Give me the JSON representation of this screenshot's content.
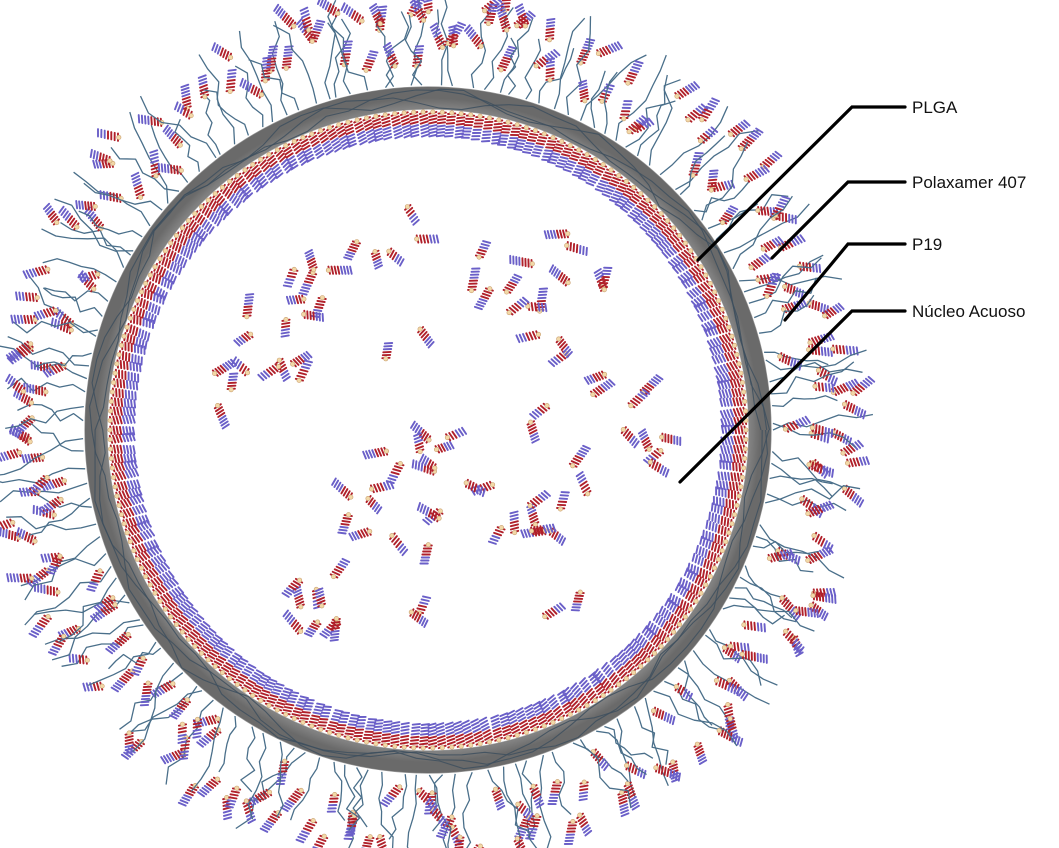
{
  "figure": {
    "labels": [
      {
        "id": "plga",
        "text": "PLGA"
      },
      {
        "id": "polaxamer",
        "text": "Polaxamer 407"
      },
      {
        "id": "p19",
        "text": "P19"
      },
      {
        "id": "nucleo",
        "text": "Núcleo Acuoso"
      }
    ],
    "colors": {
      "shell": "#9a9a9a",
      "shell_edge": "#6f6f6f",
      "chain": "#4a6f8a",
      "helix_red": "#b0202a",
      "helix_blue": "#6a5fc8",
      "helix_cap": "#f2d8a8",
      "leader": "#000000"
    }
  }
}
